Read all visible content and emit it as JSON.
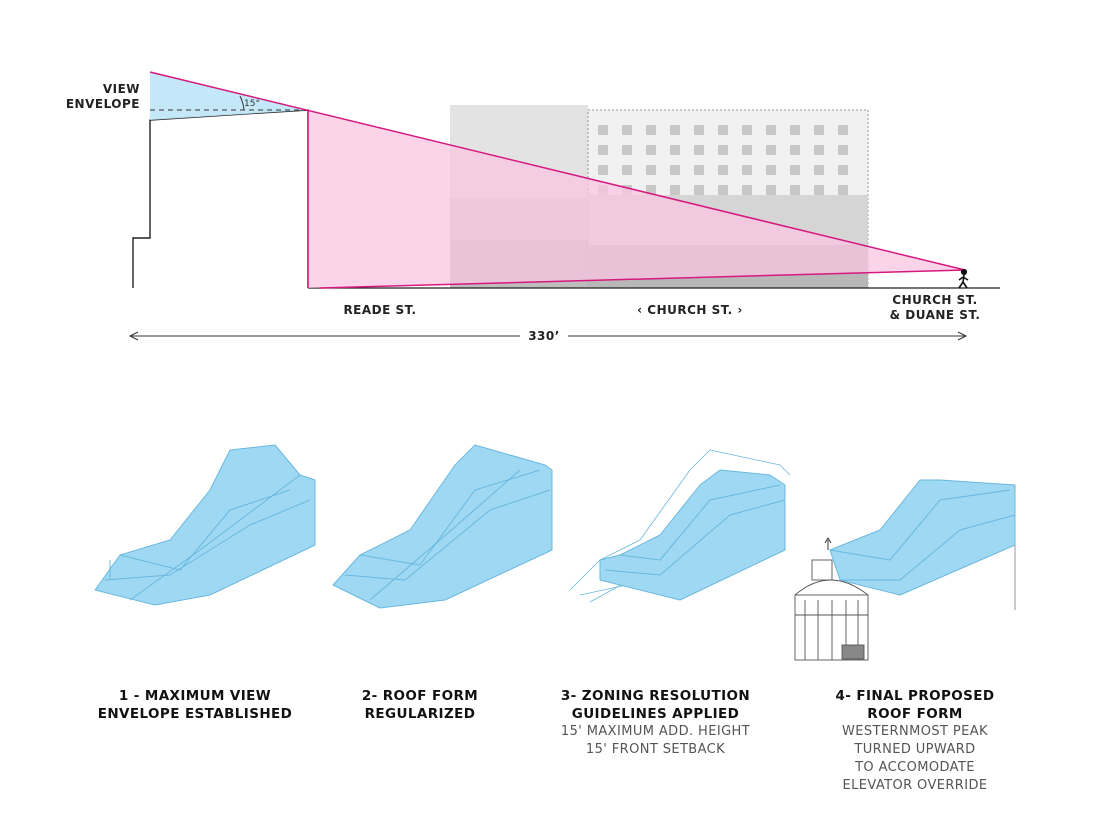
{
  "section": {
    "view_envelope_label_1": "VIEW",
    "view_envelope_label_2": "ENVELOPE",
    "angle_label": "15°",
    "streets": {
      "reade": "READE ST.",
      "church": "‹ CHURCH ST. ›",
      "corner_1": "CHURCH ST.",
      "corner_2": "& DUANE ST."
    },
    "distance_label": "330’"
  },
  "colors": {
    "magenta": "#d6197e",
    "pink_fill": "#f9c6e2",
    "light_blue": "#bfe6f7",
    "massing_blue": "#9fd8f3",
    "massing_edge": "#6ab8de"
  },
  "steps": [
    {
      "title_1": "1 - MAXIMUM VIEW",
      "title_2": "ENVELOPE ESTABLISHED",
      "sub": []
    },
    {
      "title_1": "2- ROOF FORM",
      "title_2": "REGULARIZED",
      "sub": []
    },
    {
      "title_1": "3- ZONING RESOLUTION",
      "title_2": "GUIDELINES APPLIED",
      "sub": [
        "15' MAXIMUM ADD. HEIGHT",
        "15' FRONT SETBACK"
      ]
    },
    {
      "title_1": "4- FINAL PROPOSED",
      "title_2": "ROOF FORM",
      "sub": [
        "WESTERNMOST PEAK",
        "TURNED UPWARD",
        "TO ACCOMODATE",
        "ELEVATOR OVERRIDE"
      ]
    }
  ]
}
